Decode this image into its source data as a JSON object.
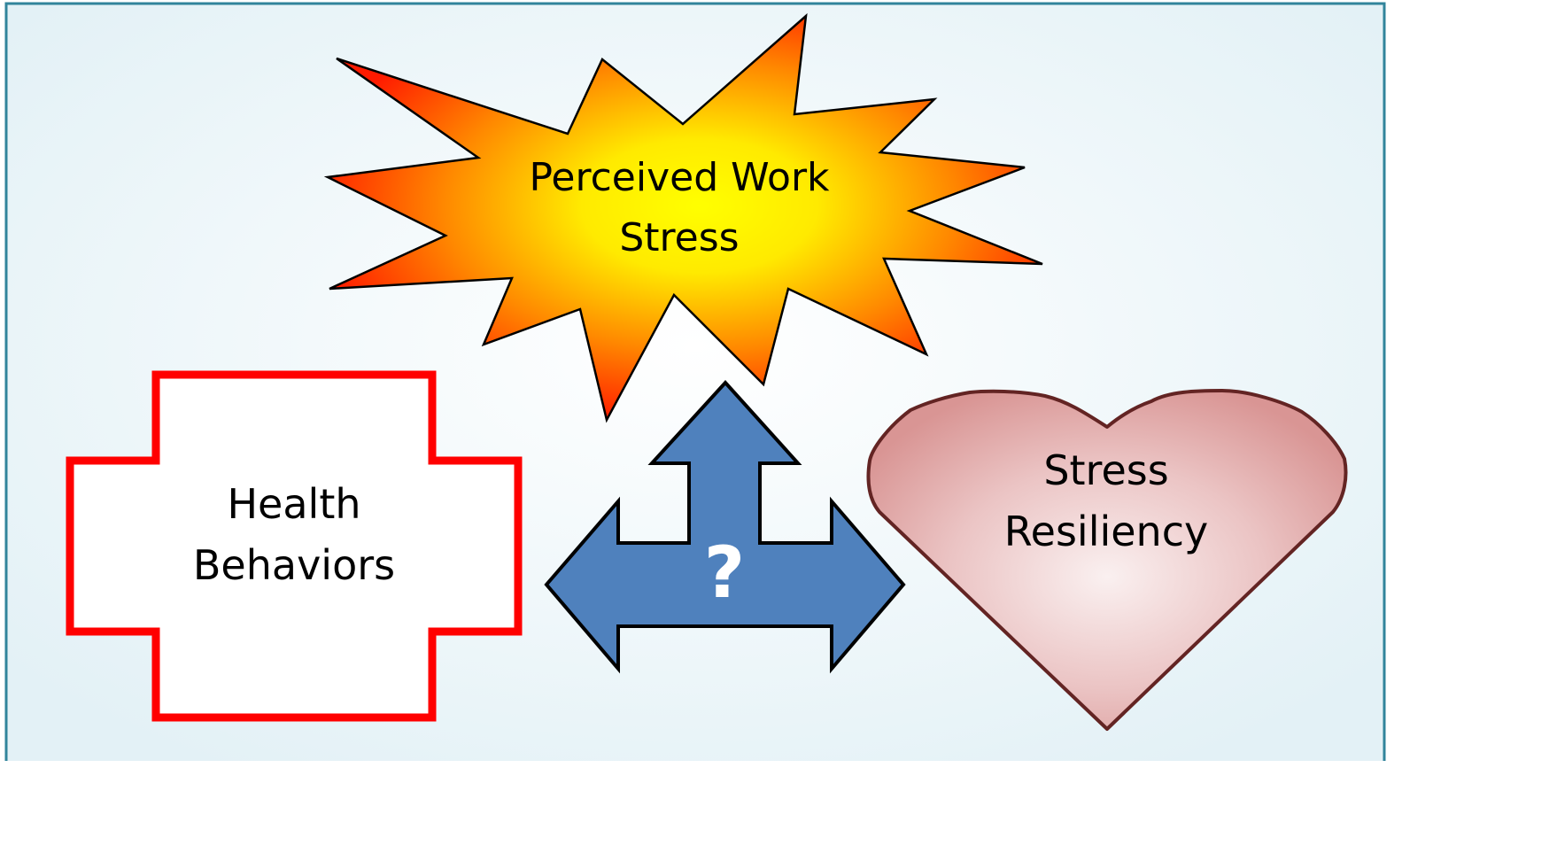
{
  "diagram": {
    "stress_burst": {
      "line1": "Perceived Work",
      "line2": "Stress"
    },
    "health_cross": {
      "line1": "Health",
      "line2": "Behaviors"
    },
    "resiliency_heart": {
      "line1": "Stress",
      "line2": "Resiliency"
    },
    "arrow": {
      "symbol": "?"
    }
  },
  "colors": {
    "background": "#e3f1f6",
    "frame": "#31849b",
    "burst_outer": "#ff0000",
    "burst_inner": "#ffff00",
    "cross_border": "#ff0000",
    "cross_fill": "#ffffff",
    "arrow_fill": "#4f81bd",
    "heart_fill": "#d99594",
    "heart_border": "#632423"
  },
  "icons": {
    "burst": "explosion-shape",
    "cross": "plus-cross-shape",
    "arrow": "three-way-arrow",
    "heart": "heart-shape"
  }
}
